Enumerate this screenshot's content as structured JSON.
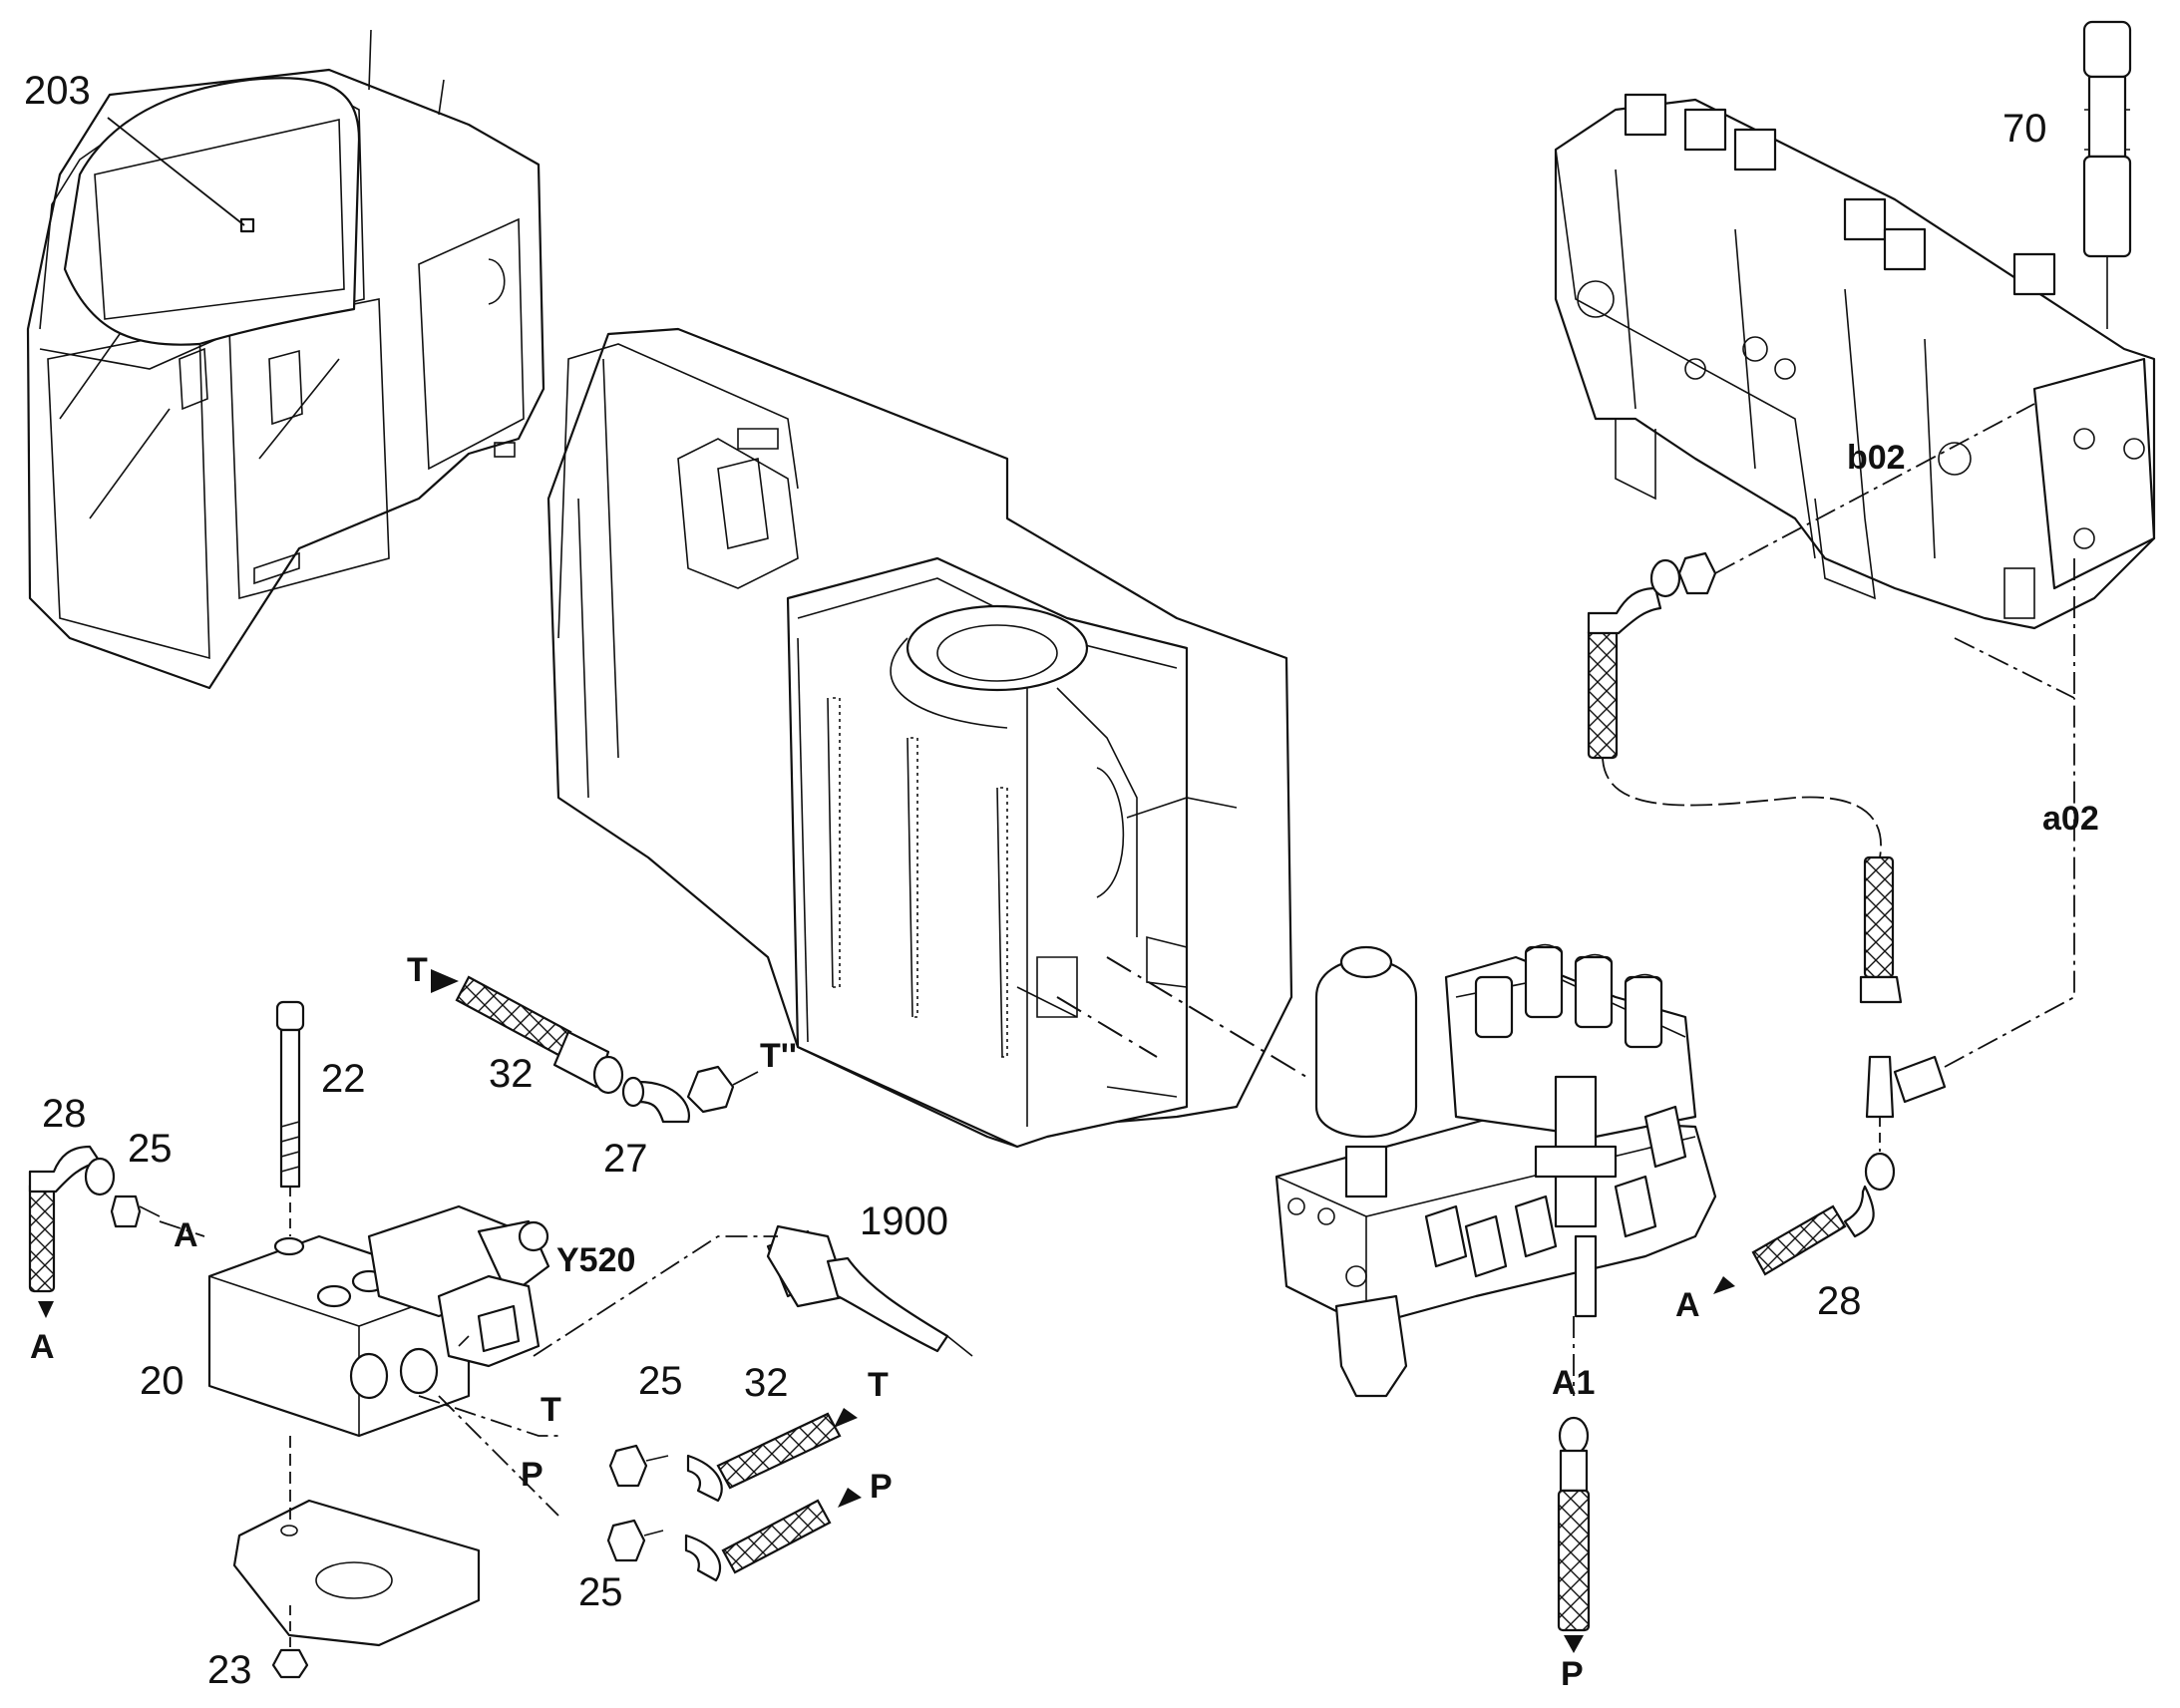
{
  "diagram": {
    "callouts": {
      "c203": "203",
      "c70": "70",
      "c22": "22",
      "c28a": "28",
      "c25a": "25",
      "c32a": "32",
      "c27": "27",
      "c1900": "1900",
      "cY520": "Y520",
      "c20": "20",
      "c25b": "25",
      "c32b": "32",
      "c25c": "25",
      "c23": "23",
      "c28b": "28"
    },
    "ports": {
      "T_top": "T",
      "T_double": "T''",
      "A_left": "A",
      "A_down": "A",
      "T_mid": "T",
      "T_right": "T",
      "P_mid": "P",
      "P_right": "P",
      "A1": "A1",
      "P_bottom": "P",
      "A_right": "A",
      "b02": "b02",
      "a02": "a02"
    }
  }
}
